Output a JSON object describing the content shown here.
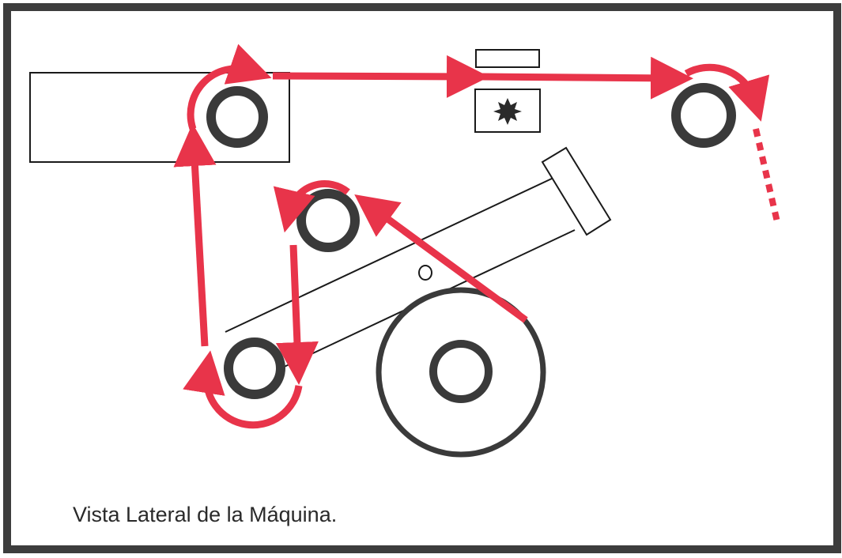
{
  "caption": "Vista Lateral de la Máquina.",
  "colors": {
    "frame": "#3d3d3d",
    "roller": "#3a3a3a",
    "path_arrow": "#e8344a",
    "outline": "#1a1a1a",
    "background": "#ffffff"
  },
  "components": [
    "frame-border",
    "unwind-box",
    "top-left-roller",
    "top-blade-block",
    "cutter-star-block",
    "exit-roller",
    "swing-arm",
    "arm-end-cap",
    "arm-pivot",
    "upper-dancer-roller",
    "lower-arm-roller",
    "main-drum",
    "main-drum-hub",
    "web-path-arrows",
    "web-exit-dashes"
  ]
}
